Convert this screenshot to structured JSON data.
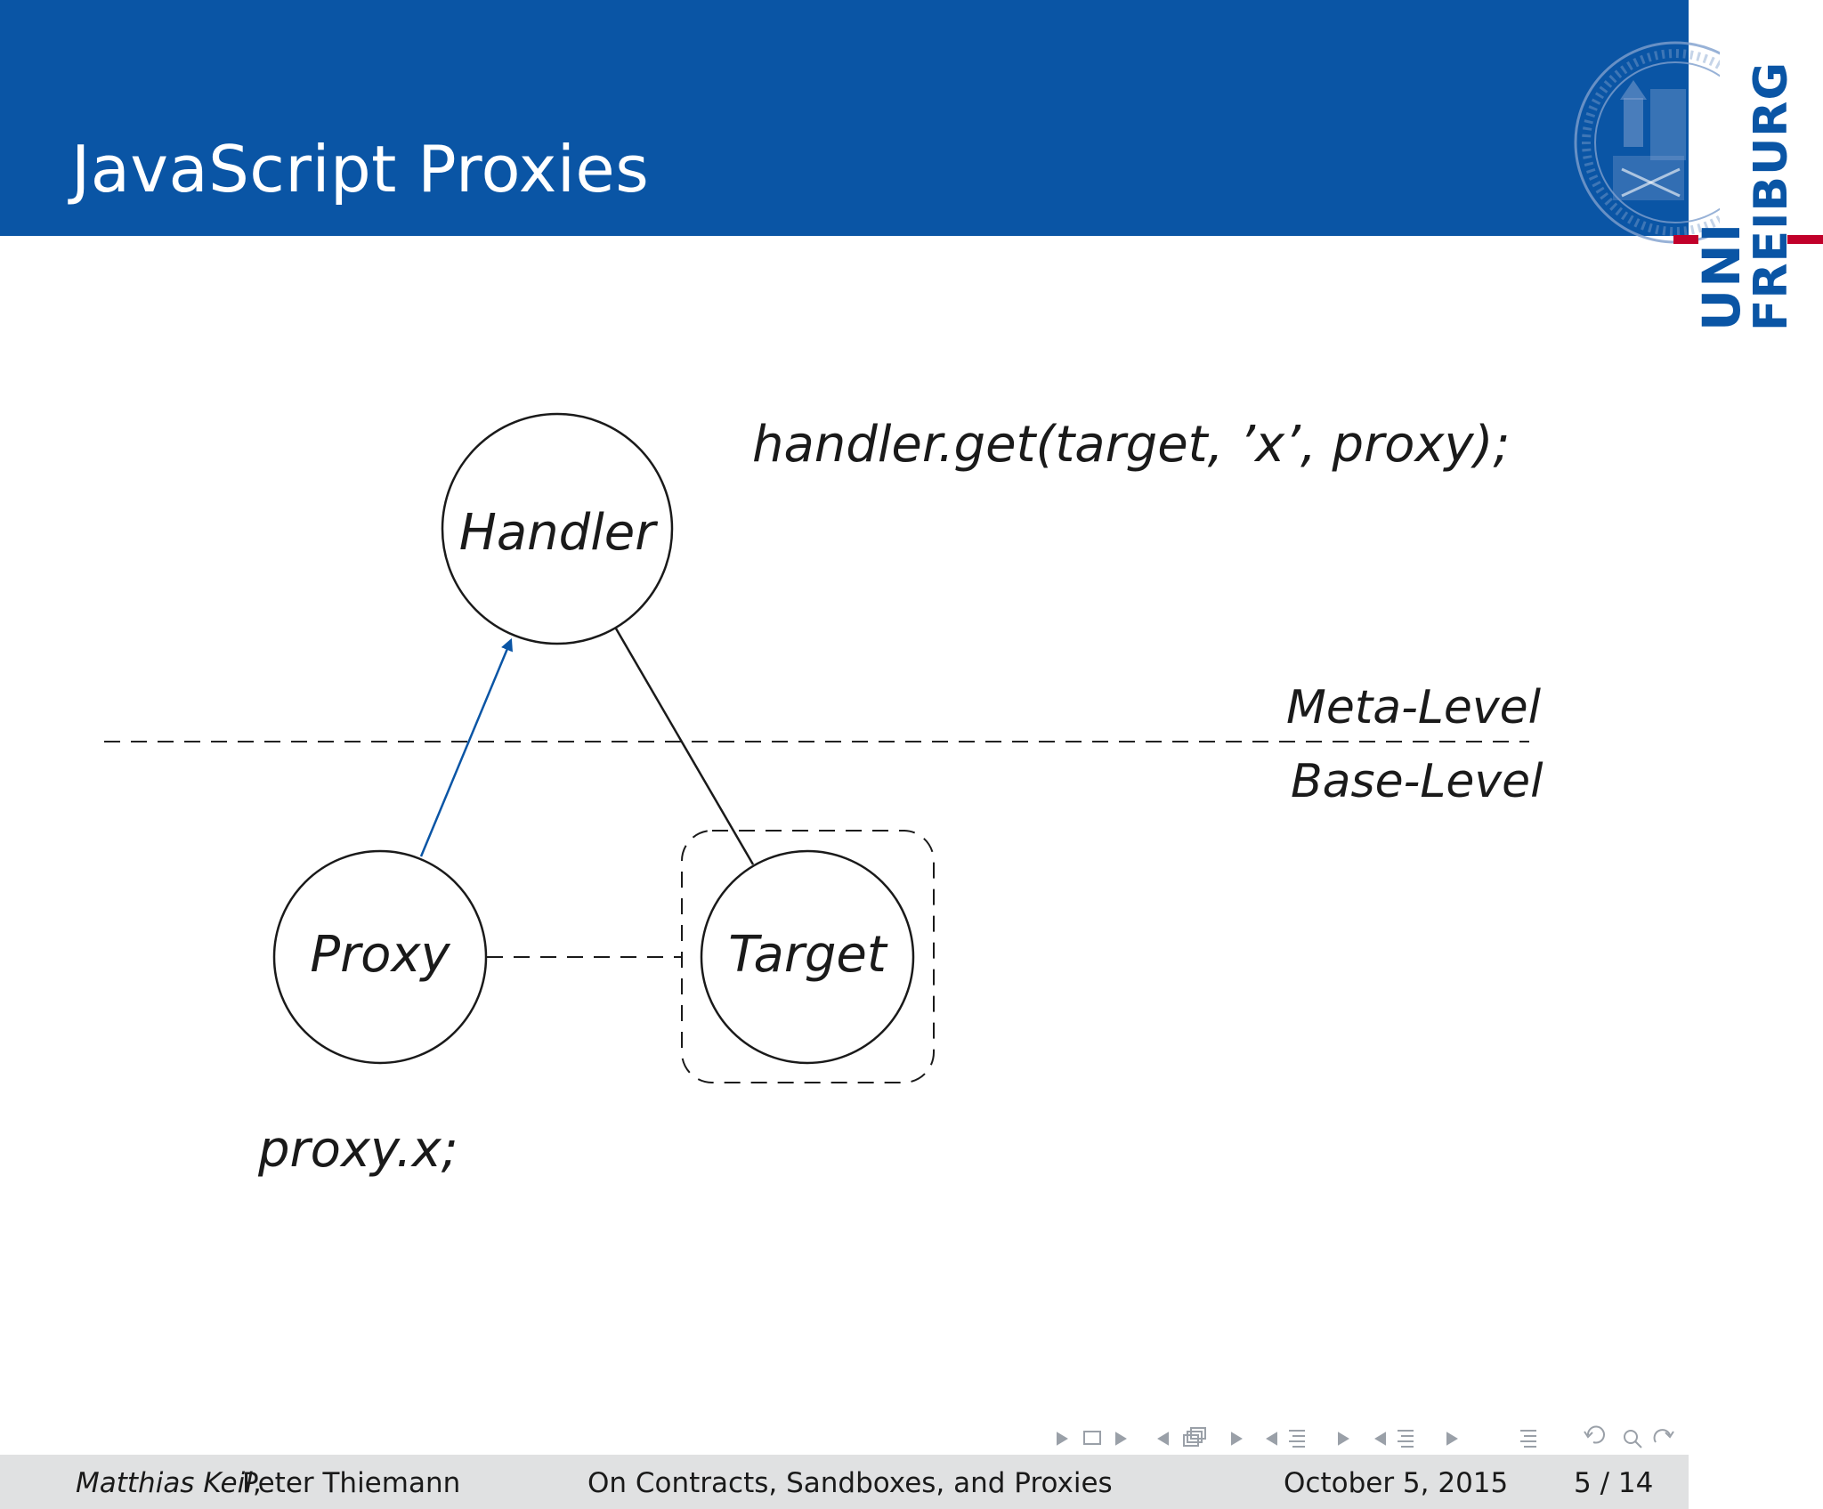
{
  "slide": {
    "title": "JavaScript Proxies"
  },
  "logo": {
    "line1": "UNI",
    "line2": "FREIBURG",
    "accent_color": "#c1002a",
    "brand_color": "#0a55a5"
  },
  "diagram": {
    "nodes": {
      "handler": "Handler",
      "proxy": "Proxy",
      "target": "Target"
    },
    "handler_call": "handler.get(target, ’x’, proxy);",
    "proxy_access": "proxy.x;",
    "meta_level": "Meta-Level",
    "base_level": "Base-Level",
    "arrow_color": "#0a55a5"
  },
  "navigation": {
    "icons": [
      "prev-frame-icon",
      "frame-icon",
      "next-frame-icon",
      "prev-subsection-icon",
      "subsection-icon",
      "next-subsection-icon",
      "prev-section-icon",
      "section-icon",
      "next-section-icon",
      "prev-presentation-icon",
      "presentation-icon",
      "next-presentation-icon",
      "appendix-icon",
      "undo-icon",
      "search-icon",
      "redo-icon"
    ]
  },
  "footer": {
    "author1": "Matthias Keil",
    "author_separator": ",",
    "author2": "Peter Thiemann",
    "title": "On Contracts, Sandboxes, and Proxies",
    "date": "October 5, 2015",
    "page": "5 / 14"
  }
}
